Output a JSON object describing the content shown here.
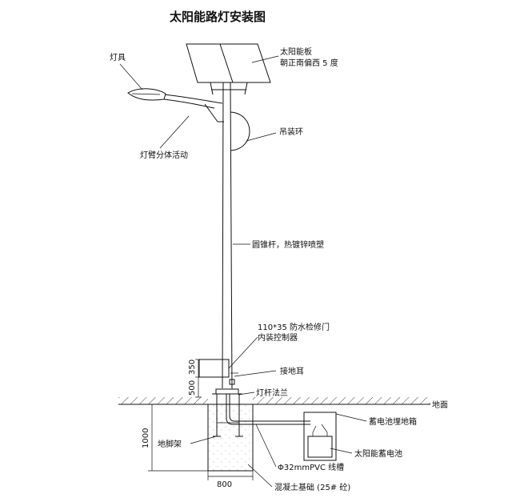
{
  "title": "太阳能路灯安装图",
  "labels": {
    "lamp": "灯具",
    "panel_line1": "太阳能板",
    "panel_line2": "朝正南偏西 5 度",
    "lifting_ring": "吊装环",
    "arm": "灯臂分体活动",
    "pole": "圆锥杆，热镀锌喷塑",
    "door_line1": "110*35 防水检修门",
    "door_line2": "内装控制器",
    "ground_lug": "接地耳",
    "flange": "灯杆法兰",
    "ground": "地面",
    "battery_box": "蓄电池埋地箱",
    "battery": "太阳能蓄电池",
    "anchor": "地脚架",
    "conduit": "Φ32mmPVC 线槽",
    "foundation": "混凝土基础 (25# 砼)"
  },
  "dimensions": {
    "d350": "350",
    "d500": "500",
    "d1000": "1000",
    "d800": "800"
  }
}
